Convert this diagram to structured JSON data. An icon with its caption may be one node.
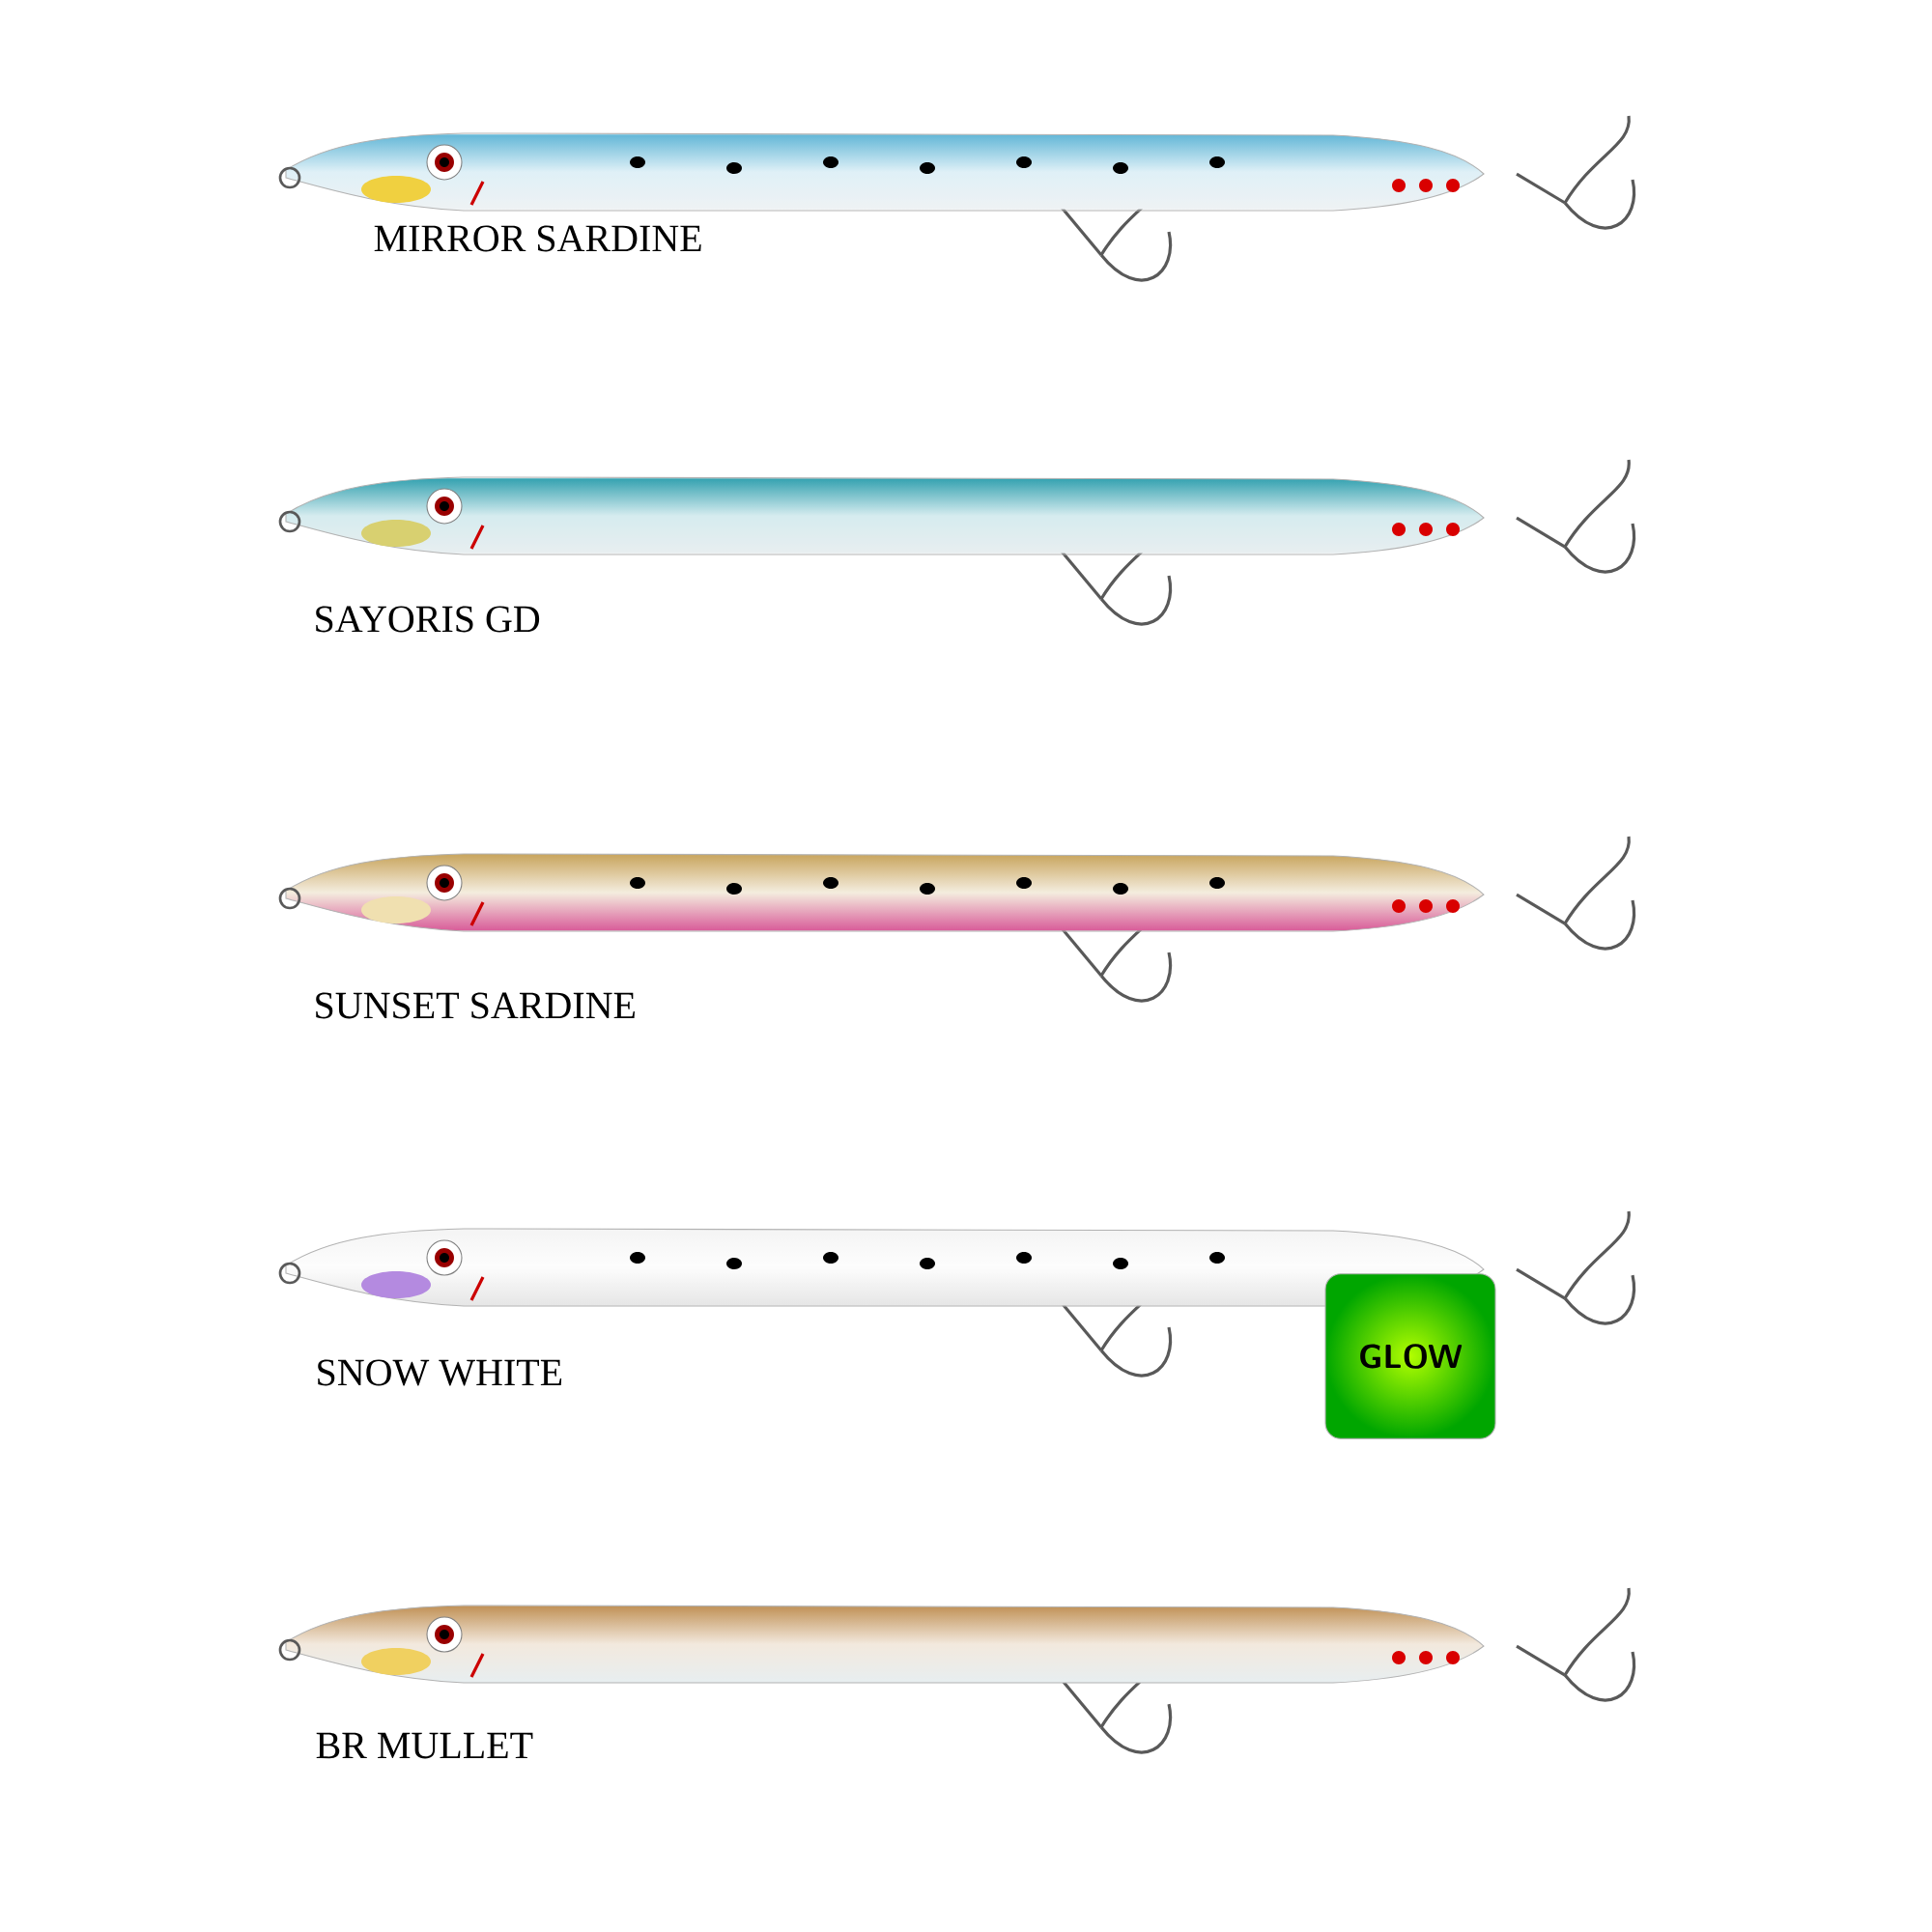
{
  "diagram": {
    "labels": [
      "MIRROR SARDINE",
      "SAYORIS GD",
      "SUNSET SARDINE",
      "GLOW",
      "SNOW WHITE",
      "BR MULLET"
    ]
  }
}
